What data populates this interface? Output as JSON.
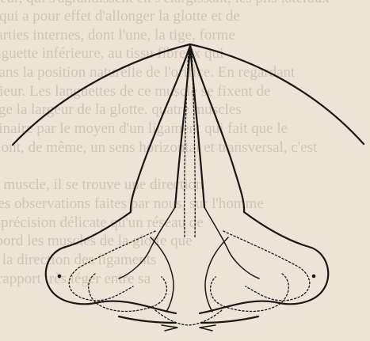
{
  "background_text": {
    "lines": [
      "intérieur, qui s'agrandissent en s'élargissant, les plis latéraux",
      "tion, qui a pour effet d'allonger la glotte et de",
      "les parties internes, dont l'une, la tige, forme",
      "la languette inférieure, au tissu fibreux qui",
      "ont dans la position naturelle de l'orifice. En regardant",
      "lattérieur. Les languettes de ce muscle se fixent de",
      "allonge la largeur de la glotte. quatre muscles",
      "d'ordinaire par le moyen d'un ligament qui fait que le",
      "deux ont, de même, un sens horizontal et transversal, c'est",
      "",
      "de ce muscle, il se trouve une direction",
      "que les observations faites par nous, sur l'homme",
      "de la précision délicate qu'un réseau de",
      "a d'abord les muscles de la glotte que",
      "entre la direction des ligaments",
      "a un rapport très léger entre sa"
    ]
  },
  "figure": {
    "kind": "anatomical engraving",
    "subject": "larynx cartilages seen from above",
    "ink_color": "#1b1714",
    "paper_color": "#ece4d6",
    "labels": []
  }
}
